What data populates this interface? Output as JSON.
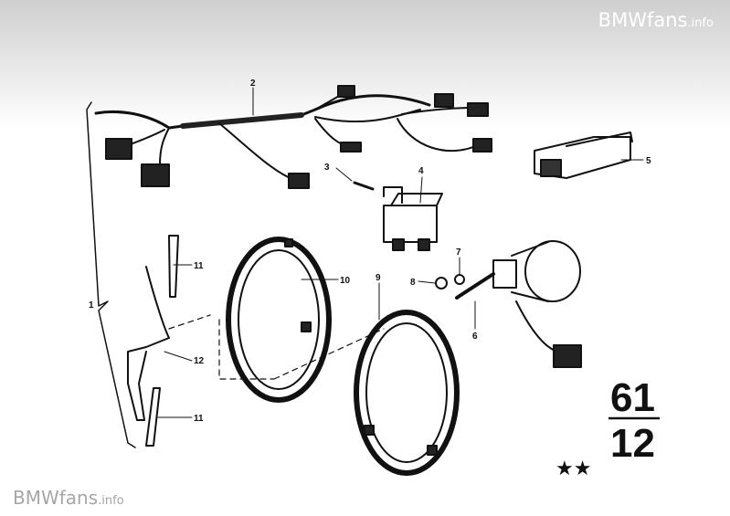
{
  "watermark": {
    "brand": "BMWfans",
    "domain": ".info"
  },
  "callouts": {
    "c1": "1",
    "c2": "2",
    "c3": "3",
    "c4": "4",
    "c5": "5",
    "c6": "6",
    "c7": "7",
    "c8": "8",
    "c9": "9",
    "c10": "10",
    "c11a": "11",
    "c11b": "11",
    "c12": "12"
  },
  "group_number": {
    "main": "61",
    "sub": "12"
  },
  "marker": "★★"
}
